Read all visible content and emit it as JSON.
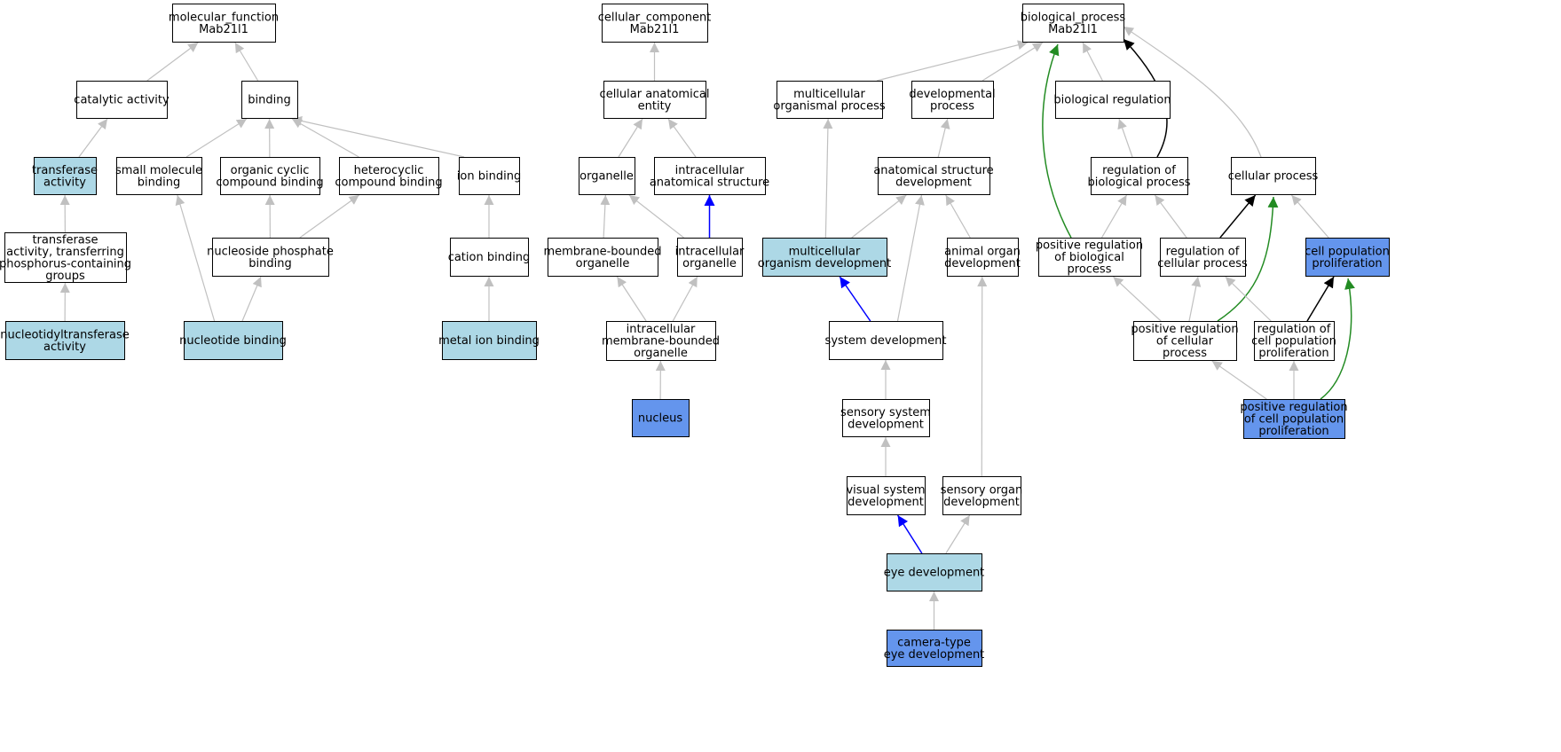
{
  "colors": {
    "white": "#ffffff",
    "light": "#add8e6",
    "blue": "#6495ed",
    "edge_grey": "#c0c0c0",
    "edge_black": "#000000",
    "edge_blue": "#0000ff",
    "edge_green": "#228b22"
  },
  "nodes": [
    {
      "id": "mf",
      "lines": [
        "molecular_function",
        "Mab21l1"
      ],
      "fill": "white"
    },
    {
      "id": "cat",
      "lines": [
        "catalytic activity"
      ],
      "fill": "white"
    },
    {
      "id": "bind",
      "lines": [
        "binding"
      ],
      "fill": "white"
    },
    {
      "id": "transf",
      "lines": [
        "transferase",
        "activity"
      ],
      "fill": "light"
    },
    {
      "id": "small",
      "lines": [
        "small molecule",
        "binding"
      ],
      "fill": "white"
    },
    {
      "id": "organic",
      "lines": [
        "organic cyclic",
        "compound binding"
      ],
      "fill": "white"
    },
    {
      "id": "hetero",
      "lines": [
        "heterocyclic",
        "compound binding"
      ],
      "fill": "white"
    },
    {
      "id": "ionb",
      "lines": [
        "ion binding"
      ],
      "fill": "white"
    },
    {
      "id": "transfP",
      "lines": [
        "transferase",
        "activity, transferring",
        "phosphorus-containing",
        "groups"
      ],
      "fill": "white"
    },
    {
      "id": "nucphos",
      "lines": [
        "nucleoside phosphate",
        "binding"
      ],
      "fill": "white"
    },
    {
      "id": "cation",
      "lines": [
        "cation binding"
      ],
      "fill": "white"
    },
    {
      "id": "nucltr",
      "lines": [
        "nucleotidyltransferase",
        "activity"
      ],
      "fill": "light"
    },
    {
      "id": "nucb",
      "lines": [
        "nucleotide binding"
      ],
      "fill": "light"
    },
    {
      "id": "metal",
      "lines": [
        "metal ion binding"
      ],
      "fill": "light"
    },
    {
      "id": "cc",
      "lines": [
        "cellular_component",
        "Mab21l1"
      ],
      "fill": "white"
    },
    {
      "id": "cae",
      "lines": [
        "cellular anatomical",
        "entity"
      ],
      "fill": "white"
    },
    {
      "id": "organelle",
      "lines": [
        "organelle"
      ],
      "fill": "white"
    },
    {
      "id": "ias",
      "lines": [
        "intracellular",
        "anatomical structure"
      ],
      "fill": "white"
    },
    {
      "id": "mbo",
      "lines": [
        "membrane-bounded",
        "organelle"
      ],
      "fill": "white"
    },
    {
      "id": "io",
      "lines": [
        "intracellular",
        "organelle"
      ],
      "fill": "white"
    },
    {
      "id": "imbo",
      "lines": [
        "intracellular",
        "membrane-bounded",
        "organelle"
      ],
      "fill": "white"
    },
    {
      "id": "nucleus",
      "lines": [
        "nucleus"
      ],
      "fill": "blue"
    },
    {
      "id": "bp",
      "lines": [
        "biological_process",
        "Mab21l1"
      ],
      "fill": "white"
    },
    {
      "id": "mop",
      "lines": [
        "multicellular",
        "organismal process"
      ],
      "fill": "white"
    },
    {
      "id": "devp",
      "lines": [
        "developmental",
        "process"
      ],
      "fill": "white"
    },
    {
      "id": "breg",
      "lines": [
        "biological regulation"
      ],
      "fill": "white"
    },
    {
      "id": "asd",
      "lines": [
        "anatomical structure",
        "development"
      ],
      "fill": "white"
    },
    {
      "id": "rbp",
      "lines": [
        "regulation of",
        "biological process"
      ],
      "fill": "white"
    },
    {
      "id": "cellp",
      "lines": [
        "cellular process"
      ],
      "fill": "white"
    },
    {
      "id": "mod",
      "lines": [
        "multicellular",
        "organism development"
      ],
      "fill": "light"
    },
    {
      "id": "aod",
      "lines": [
        "animal organ",
        "development"
      ],
      "fill": "white"
    },
    {
      "id": "prbp",
      "lines": [
        "positive regulation",
        "of biological",
        "process"
      ],
      "fill": "white"
    },
    {
      "id": "rcp",
      "lines": [
        "regulation of",
        "cellular process"
      ],
      "fill": "white"
    },
    {
      "id": "cpp",
      "lines": [
        "cell population",
        "proliferation"
      ],
      "fill": "blue"
    },
    {
      "id": "sysd",
      "lines": [
        "system development"
      ],
      "fill": "white"
    },
    {
      "id": "prcp",
      "lines": [
        "positive regulation",
        "of cellular",
        "process"
      ],
      "fill": "white"
    },
    {
      "id": "rcpp",
      "lines": [
        "regulation of",
        "cell population",
        "proliferation"
      ],
      "fill": "white"
    },
    {
      "id": "ssd",
      "lines": [
        "sensory system",
        "development"
      ],
      "fill": "white"
    },
    {
      "id": "prcpp",
      "lines": [
        "positive regulation",
        "of cell population",
        "proliferation"
      ],
      "fill": "blue"
    },
    {
      "id": "vsd",
      "lines": [
        "visual system",
        "development"
      ],
      "fill": "white"
    },
    {
      "id": "sod",
      "lines": [
        "sensory organ",
        "development"
      ],
      "fill": "white"
    },
    {
      "id": "eyed",
      "lines": [
        "eye development"
      ],
      "fill": "light"
    },
    {
      "id": "camd",
      "lines": [
        "camera-type",
        "eye development"
      ],
      "fill": "blue"
    }
  ],
  "edges": [
    {
      "from": "cat",
      "to": "mf",
      "color": "edge_grey"
    },
    {
      "from": "bind",
      "to": "mf",
      "color": "edge_grey"
    },
    {
      "from": "transf",
      "to": "cat",
      "color": "edge_grey"
    },
    {
      "from": "small",
      "to": "bind",
      "color": "edge_grey"
    },
    {
      "from": "organic",
      "to": "bind",
      "color": "edge_grey"
    },
    {
      "from": "hetero",
      "to": "bind",
      "color": "edge_grey"
    },
    {
      "from": "ionb",
      "to": "bind",
      "color": "edge_grey"
    },
    {
      "from": "transfP",
      "to": "transf",
      "color": "edge_grey"
    },
    {
      "from": "nucphos",
      "to": "organic",
      "color": "edge_grey"
    },
    {
      "from": "nucphos",
      "to": "hetero",
      "color": "edge_grey"
    },
    {
      "from": "cation",
      "to": "ionb",
      "color": "edge_grey"
    },
    {
      "from": "nucltr",
      "to": "transfP",
      "color": "edge_grey"
    },
    {
      "from": "nucb",
      "to": "small",
      "color": "edge_grey"
    },
    {
      "from": "nucb",
      "to": "nucphos",
      "color": "edge_grey"
    },
    {
      "from": "metal",
      "to": "cation",
      "color": "edge_grey"
    },
    {
      "from": "cae",
      "to": "cc",
      "color": "edge_grey"
    },
    {
      "from": "organelle",
      "to": "cae",
      "color": "edge_grey"
    },
    {
      "from": "ias",
      "to": "cae",
      "color": "edge_grey"
    },
    {
      "from": "mbo",
      "to": "organelle",
      "color": "edge_grey"
    },
    {
      "from": "io",
      "to": "organelle",
      "color": "edge_grey"
    },
    {
      "from": "io",
      "to": "ias",
      "color": "edge_blue"
    },
    {
      "from": "imbo",
      "to": "mbo",
      "color": "edge_grey"
    },
    {
      "from": "imbo",
      "to": "io",
      "color": "edge_grey"
    },
    {
      "from": "nucleus",
      "to": "imbo",
      "color": "edge_grey"
    },
    {
      "from": "mop",
      "to": "bp",
      "color": "edge_grey"
    },
    {
      "from": "devp",
      "to": "bp",
      "color": "edge_grey"
    },
    {
      "from": "breg",
      "to": "bp",
      "color": "edge_grey"
    },
    {
      "from": "cellp",
      "to": "bp",
      "color": "edge_grey"
    },
    {
      "from": "rbp",
      "to": "bp",
      "color": "edge_black"
    },
    {
      "from": "prbp",
      "to": "bp",
      "color": "edge_green"
    },
    {
      "from": "asd",
      "to": "devp",
      "color": "edge_grey"
    },
    {
      "from": "rbp",
      "to": "breg",
      "color": "edge_grey"
    },
    {
      "from": "mod",
      "to": "mop",
      "color": "edge_grey"
    },
    {
      "from": "mod",
      "to": "asd",
      "color": "edge_grey"
    },
    {
      "from": "aod",
      "to": "asd",
      "color": "edge_grey"
    },
    {
      "from": "sysd",
      "to": "asd",
      "color": "edge_grey"
    },
    {
      "from": "prbp",
      "to": "rbp",
      "color": "edge_grey"
    },
    {
      "from": "rcp",
      "to": "rbp",
      "color": "edge_grey"
    },
    {
      "from": "rcp",
      "to": "cellp",
      "color": "edge_black"
    },
    {
      "from": "cpp",
      "to": "cellp",
      "color": "edge_grey"
    },
    {
      "from": "prcp",
      "to": "cellp",
      "color": "edge_green"
    },
    {
      "from": "sysd",
      "to": "mod",
      "color": "edge_blue"
    },
    {
      "from": "prcp",
      "to": "prbp",
      "color": "edge_grey"
    },
    {
      "from": "prcp",
      "to": "rcp",
      "color": "edge_grey"
    },
    {
      "from": "rcpp",
      "to": "rcp",
      "color": "edge_grey"
    },
    {
      "from": "rcpp",
      "to": "cpp",
      "color": "edge_black"
    },
    {
      "from": "prcpp",
      "to": "cpp",
      "color": "edge_green"
    },
    {
      "from": "prcpp",
      "to": "prcp",
      "color": "edge_grey"
    },
    {
      "from": "prcpp",
      "to": "rcpp",
      "color": "edge_grey"
    },
    {
      "from": "ssd",
      "to": "sysd",
      "color": "edge_grey"
    },
    {
      "from": "vsd",
      "to": "ssd",
      "color": "edge_grey"
    },
    {
      "from": "sod",
      "to": "aod",
      "color": "edge_grey"
    },
    {
      "from": "eyed",
      "to": "vsd",
      "color": "edge_blue"
    },
    {
      "from": "eyed",
      "to": "sod",
      "color": "edge_grey"
    },
    {
      "from": "camd",
      "to": "eyed",
      "color": "edge_grey"
    }
  ]
}
